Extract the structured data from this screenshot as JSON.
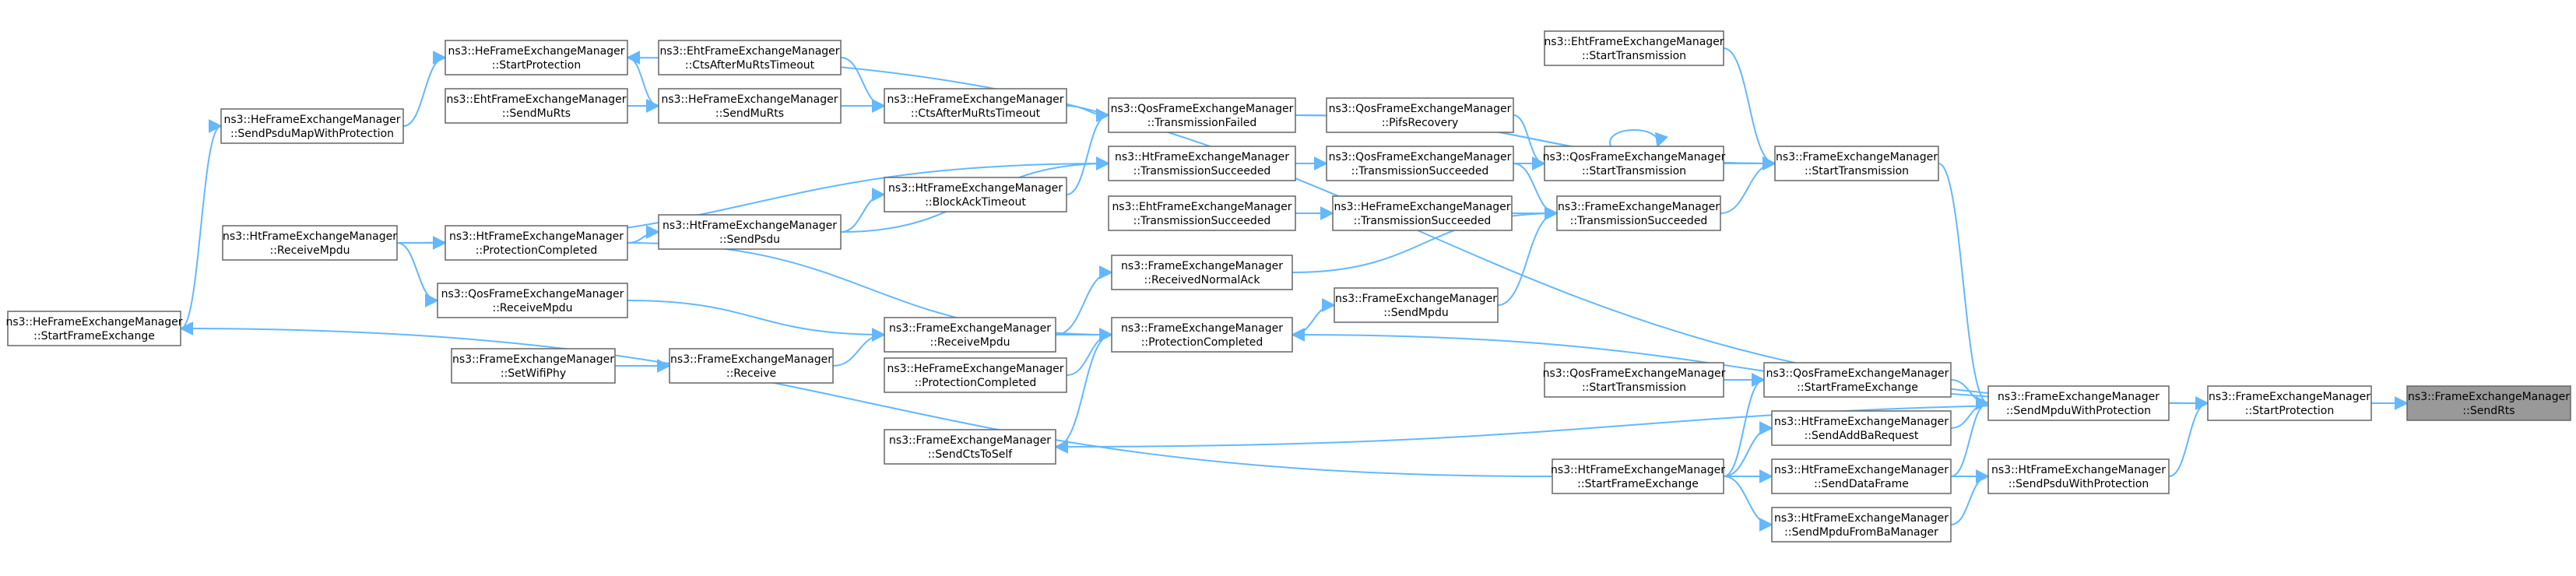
{
  "diagram": {
    "type": "doxygen-caller-graph",
    "colors": {
      "edge": "#63b8ff",
      "node_border": "#666666",
      "root_fill": "#999999",
      "node_fill": "#ffffff"
    },
    "nodes": [
      {
        "id": "sendrts",
        "line1": "ns3::FrameExchangeManager",
        "line2": "::SendRts",
        "root": true
      },
      {
        "id": "startprotection_fem",
        "line1": "ns3::FrameExchangeManager",
        "line2": "::StartProtection"
      },
      {
        "id": "sendmpduwithprotection",
        "line1": "ns3::FrameExchangeManager",
        "line2": "::SendMpduWithProtection"
      },
      {
        "id": "ht_sendpsduwithprotection",
        "line1": "ns3::HtFrameExchangeManager",
        "line2": "::SendPsduWithProtection"
      },
      {
        "id": "fem_starttransmission",
        "line1": "ns3::FrameExchangeManager",
        "line2": "::StartTransmission"
      },
      {
        "id": "qos_startframeexchange",
        "line1": "ns3::QosFrameExchangeManager",
        "line2": "::StartFrameExchange"
      },
      {
        "id": "ht_sendaddbarequest",
        "line1": "ns3::HtFrameExchangeManager",
        "line2": "::SendAddBaRequest"
      },
      {
        "id": "ht_senddataframe",
        "line1": "ns3::HtFrameExchangeManager",
        "line2": "::SendDataFrame"
      },
      {
        "id": "ht_sendmpdufrombamanager",
        "line1": "ns3::HtFrameExchangeManager",
        "line2": "::SendMpduFromBaManager"
      },
      {
        "id": "eht_starttransmission",
        "line1": "ns3::EhtFrameExchangeManager",
        "line2": "::StartTransmission"
      },
      {
        "id": "qos_starttransmission",
        "line1": "ns3::QosFrameExchangeManager",
        "line2": "::StartTransmission"
      },
      {
        "id": "fem_transmissionsucceeded",
        "line1": "ns3::FrameExchangeManager",
        "line2": "::TransmissionSucceeded"
      },
      {
        "id": "qos_starttransmission_b",
        "line1": "ns3::QosFrameExchangeManager",
        "line2": "::StartTransmission"
      },
      {
        "id": "ht_startframeexchange",
        "line1": "ns3::HtFrameExchangeManager",
        "line2": "::StartFrameExchange"
      },
      {
        "id": "qos_pifsrecovery",
        "line1": "ns3::QosFrameExchangeManager",
        "line2": "::PifsRecovery"
      },
      {
        "id": "qos_transmissionsucceeded",
        "line1": "ns3::QosFrameExchangeManager",
        "line2": "::TransmissionSucceeded"
      },
      {
        "id": "he_transmissionsucceeded",
        "line1": "ns3::HeFrameExchangeManager",
        "line2": "::TransmissionSucceeded"
      },
      {
        "id": "fem_sendmpdu",
        "line1": "ns3::FrameExchangeManager",
        "line2": "::SendMpdu"
      },
      {
        "id": "qos_transmissionfailed",
        "line1": "ns3::QosFrameExchangeManager",
        "line2": "::TransmissionFailed"
      },
      {
        "id": "ht_transmissionsucceeded",
        "line1": "ns3::HtFrameExchangeManager",
        "line2": "::TransmissionSucceeded"
      },
      {
        "id": "eht_transmissionsucceeded",
        "line1": "ns3::EhtFrameExchangeManager",
        "line2": "::TransmissionSucceeded"
      },
      {
        "id": "fem_receivednormalack",
        "line1": "ns3::FrameExchangeManager",
        "line2": "::ReceivedNormalAck"
      },
      {
        "id": "fem_protectioncompleted",
        "line1": "ns3::FrameExchangeManager",
        "line2": "::ProtectionCompleted"
      },
      {
        "id": "he_ctsaftermurtstimeout",
        "line1": "ns3::HeFrameExchangeManager",
        "line2": "::CtsAfterMuRtsTimeout"
      },
      {
        "id": "ht_blockacktimeout",
        "line1": "ns3::HtFrameExchangeManager",
        "line2": "::BlockAckTimeout"
      },
      {
        "id": "fem_receivempdu",
        "line1": "ns3::FrameExchangeManager",
        "line2": "::ReceiveMpdu"
      },
      {
        "id": "he_protectioncompleted",
        "line1": "ns3::HeFrameExchangeManager",
        "line2": "::ProtectionCompleted"
      },
      {
        "id": "fem_sendctstoself",
        "line1": "ns3::FrameExchangeManager",
        "line2": "::SendCtsToSelf"
      },
      {
        "id": "eht_ctsaftermurtstimeout",
        "line1": "ns3::EhtFrameExchangeManager",
        "line2": "::CtsAfterMuRtsTimeout"
      },
      {
        "id": "he_sendmurts",
        "line1": "ns3::HeFrameExchangeManager",
        "line2": "::SendMuRts"
      },
      {
        "id": "ht_sendpsdu",
        "line1": "ns3::HtFrameExchangeManager",
        "line2": "::SendPsdu"
      },
      {
        "id": "fem_receive",
        "line1": "ns3::FrameExchangeManager",
        "line2": "::Receive"
      },
      {
        "id": "he_startprotection",
        "line1": "ns3::HeFrameExchangeManager",
        "line2": "::StartProtection"
      },
      {
        "id": "eht_sendmurts",
        "line1": "ns3::EhtFrameExchangeManager",
        "line2": "::SendMuRts"
      },
      {
        "id": "ht_protectioncompleted",
        "line1": "ns3::HtFrameExchangeManager",
        "line2": "::ProtectionCompleted"
      },
      {
        "id": "qos_receivempdu",
        "line1": "ns3::QosFrameExchangeManager",
        "line2": "::ReceiveMpdu"
      },
      {
        "id": "fem_setwifiphy",
        "line1": "ns3::FrameExchangeManager",
        "line2": "::SetWifiPhy"
      },
      {
        "id": "he_sendpsdumapwithprotection",
        "line1": "ns3::HeFrameExchangeManager",
        "line2": "::SendPsduMapWithProtection"
      },
      {
        "id": "ht_receivempdu",
        "line1": "ns3::HtFrameExchangeManager",
        "line2": "::ReceiveMpdu"
      },
      {
        "id": "he_startframeexchange",
        "line1": "ns3::HeFrameExchangeManager",
        "line2": "::StartFrameExchange"
      }
    ],
    "edges": [
      [
        "startprotection_fem",
        "sendrts"
      ],
      [
        "sendmpduwithprotection",
        "startprotection_fem"
      ],
      [
        "ht_sendpsduwithprotection",
        "startprotection_fem"
      ],
      [
        "fem_starttransmission",
        "sendmpduwithprotection"
      ],
      [
        "qos_startframeexchange",
        "sendmpduwithprotection"
      ],
      [
        "ht_sendaddbarequest",
        "sendmpduwithprotection"
      ],
      [
        "ht_senddataframe",
        "sendmpduwithprotection"
      ],
      [
        "ht_senddataframe",
        "ht_sendpsduwithprotection"
      ],
      [
        "ht_sendmpdufrombamanager",
        "ht_sendpsduwithprotection"
      ],
      [
        "eht_starttransmission",
        "fem_starttransmission"
      ],
      [
        "qos_starttransmission",
        "fem_starttransmission"
      ],
      [
        "fem_transmissionsucceeded",
        "fem_starttransmission"
      ],
      [
        "qos_starttransmission_b",
        "qos_startframeexchange"
      ],
      [
        "ht_startframeexchange",
        "qos_startframeexchange"
      ],
      [
        "ht_startframeexchange",
        "ht_sendaddbarequest"
      ],
      [
        "ht_startframeexchange",
        "ht_senddataframe"
      ],
      [
        "ht_startframeexchange",
        "ht_sendmpdufrombamanager"
      ],
      [
        "qos_pifsrecovery",
        "qos_starttransmission"
      ],
      [
        "qos_transmissionsucceeded",
        "qos_starttransmission"
      ],
      [
        "qos_starttransmission",
        "qos_starttransmission"
      ],
      [
        "qos_transmissionsucceeded",
        "fem_transmissionsucceeded"
      ],
      [
        "he_transmissionsucceeded",
        "fem_transmissionsucceeded"
      ],
      [
        "fem_sendmpdu",
        "fem_transmissionsucceeded"
      ],
      [
        "qos_transmissionfailed",
        "fem_starttransmission"
      ],
      [
        "ht_transmissionsucceeded",
        "qos_transmissionsucceeded"
      ],
      [
        "eht_transmissionsucceeded",
        "he_transmissionsucceeded"
      ],
      [
        "fem_receivednormalack",
        "fem_transmissionsucceeded"
      ],
      [
        "fem_protectioncompleted",
        "fem_sendmpdu"
      ],
      [
        "he_ctsaftermurtstimeout",
        "qos_transmissionfailed"
      ],
      [
        "ht_blockacktimeout",
        "qos_transmissionfailed"
      ],
      [
        "ht_sendpsdu",
        "ht_transmissionsucceeded"
      ],
      [
        "fem_receivempdu",
        "fem_receivednormalack"
      ],
      [
        "fem_receivempdu",
        "fem_protectioncompleted"
      ],
      [
        "he_protectioncompleted",
        "fem_protectioncompleted"
      ],
      [
        "fem_sendctstoself",
        "fem_protectioncompleted"
      ],
      [
        "startprotection_fem",
        "fem_protectioncompleted"
      ],
      [
        "eht_ctsaftermurtstimeout",
        "he_ctsaftermurtstimeout"
      ],
      [
        "he_sendmurts",
        "he_ctsaftermurtstimeout"
      ],
      [
        "ht_sendpsdu",
        "ht_blockacktimeout"
      ],
      [
        "fem_receive",
        "fem_receivempdu"
      ],
      [
        "qos_receivempdu",
        "fem_receivempdu"
      ],
      [
        "he_startprotection",
        "he_sendmurts"
      ],
      [
        "eht_sendmurts",
        "he_sendmurts"
      ],
      [
        "ht_protectioncompleted",
        "ht_sendpsdu"
      ],
      [
        "fem_setwifiphy",
        "fem_receive"
      ],
      [
        "ht_receivempdu",
        "qos_receivempdu"
      ],
      [
        "ht_receivempdu",
        "ht_protectioncompleted"
      ],
      [
        "ht_receivempdu",
        "ht_transmissionsucceeded"
      ],
      [
        "he_sendpsdumapwithprotection",
        "he_startprotection"
      ],
      [
        "he_startframeexchange",
        "he_sendpsdumapwithprotection"
      ],
      [
        "ht_startframeexchange",
        "he_startframeexchange"
      ],
      [
        "startprotection_fem",
        "fem_sendctstoself"
      ],
      [
        "startprotection_fem",
        "he_startprotection"
      ],
      [
        "ht_protectioncompleted",
        "fem_protectioncompleted"
      ],
      [
        "qos_transmissionfailed",
        "fem_starttransmission"
      ]
    ]
  }
}
